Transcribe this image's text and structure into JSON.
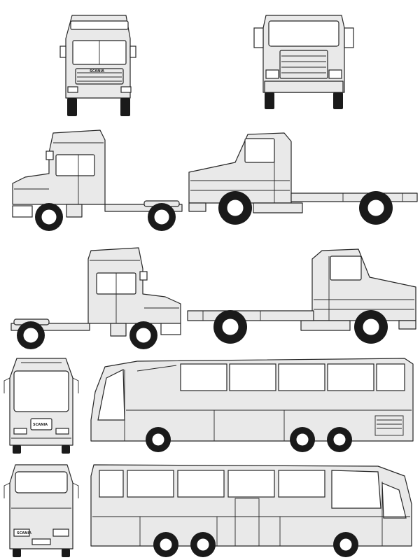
{
  "badges": {
    "truck_front_logo": "SCANIA",
    "coach_front_logo": "SCANIA",
    "coach_rear_logo": "SCANIA"
  },
  "colors": {
    "body_fill": "#e9e9e9",
    "outline": "#262626",
    "tyre": "#1a1a1a"
  }
}
